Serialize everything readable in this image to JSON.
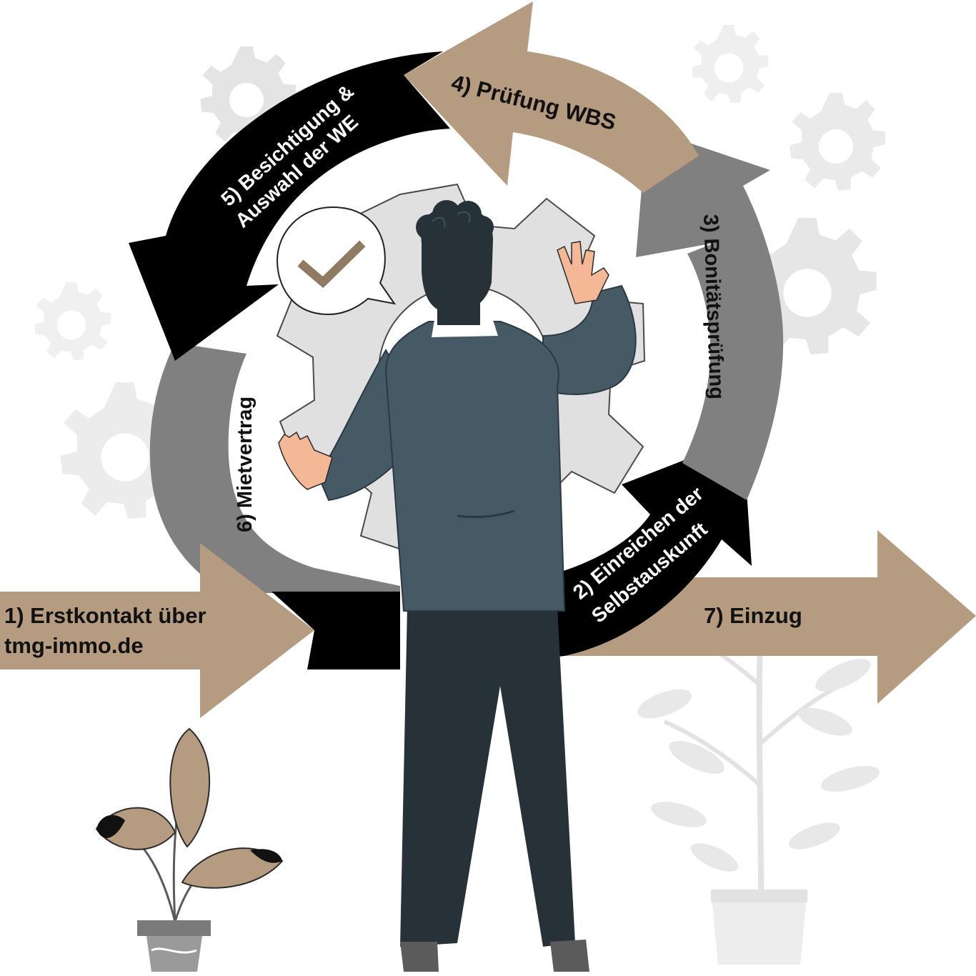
{
  "steps": {
    "step1_line1": "1) Erstkontakt über",
    "step1_line2": "tmg-immo.de",
    "step2_line1": "2) Einreichen der",
    "step2_line2": "Selbstauskunft",
    "step3": "3) Bonitätsprüfung",
    "step4": "4) Prüfung WBS",
    "step5_line1": "5) Besichtigung &",
    "step5_line2": "Auswahl der WE",
    "step6": "6) Mietvertrag",
    "step7": "7) Einzug"
  },
  "colors": {
    "tan": "#b59c80",
    "black": "#000000",
    "grey": "#808080",
    "light_gear": "#e6e6e6",
    "suit": "#455a64",
    "trousers": "#263238",
    "hair": "#263238",
    "skin": "#f4b896"
  },
  "icons": {
    "speech_bubble": "speech-bubble-icon",
    "check": "checkmark-icon",
    "gear": "gear-icon",
    "plant": "plant-icon"
  }
}
